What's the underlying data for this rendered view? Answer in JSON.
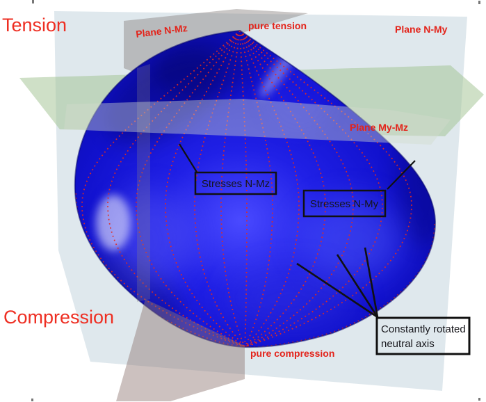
{
  "figure": {
    "zones": {
      "tension": "Tension",
      "compression": "Compression"
    },
    "planes": {
      "n_mz": "Plane N-Mz",
      "n_my": "Plane N-My",
      "my_mz": "Plane My-Mz"
    },
    "poles": {
      "pure_tension": "pure tension",
      "pure_compression": "pure compression"
    },
    "callouts": {
      "stresses_n_mz": "Stresses N-Mz",
      "stresses_n_my": "Stresses N-My",
      "neutral_axis_line1": "Constantly rotated",
      "neutral_axis_line2": "neutral axis"
    },
    "colors": {
      "surface_blue": "#1212cd",
      "meridian_red": "#e42a1e",
      "label_red": "#e3231a",
      "zone_label_red": "#ee2e22",
      "plane_n_mz_gray": "#8a8280",
      "plane_n_my_lightblue": "#b8cdd6",
      "plane_my_mz_green": "#9fc18f",
      "callout_outline": "#111111"
    }
  }
}
